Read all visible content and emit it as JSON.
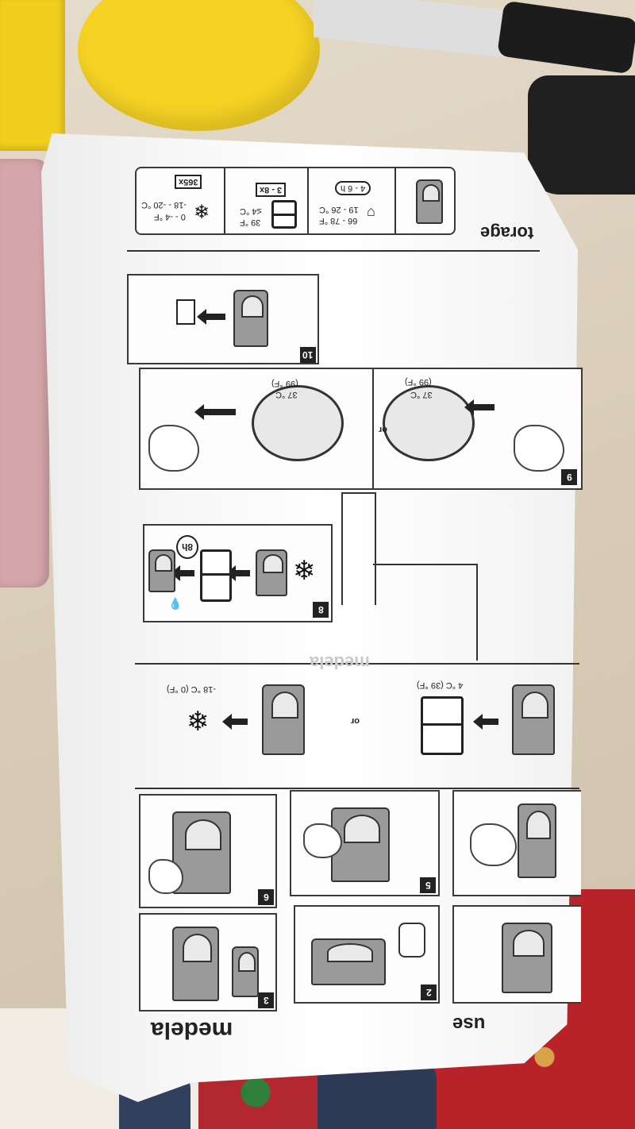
{
  "sheet": {
    "header_storage": "torage",
    "header_use": "use",
    "brand": "medela",
    "brand_watermark": "medela",
    "storage_table": {
      "freezer_temp_c": "-18 - -20 °C",
      "freezer_temp_f": "0 - -4 °F",
      "freezer_duration": "365x",
      "fridge_temp_c": "≤4 °C",
      "fridge_temp_f": "39 °F",
      "fridge_duration": "3 - 8x",
      "room_temp_c": "19 - 26 °C",
      "room_temp_f": "66 - 78 °F",
      "room_duration": "4 - 6 h"
    },
    "step_numbers": [
      "10",
      "9",
      "8",
      "6",
      "5",
      "3",
      "2"
    ],
    "warm_temp_c": "37 °C",
    "warm_temp_f": "(99 °F)",
    "or_label": "or",
    "thaw_time": "8h",
    "freeze_label": "-18 °C (0 °F)",
    "fridge_label": "4 °C (39 °F)"
  },
  "colors": {
    "bag": "#ffffff",
    "ink": "#222222",
    "pouch_gray": "#9a9a9a",
    "yellow": "#f5d224",
    "rug_red": "#b8232a",
    "towel_pink": "#d4a6aa"
  }
}
